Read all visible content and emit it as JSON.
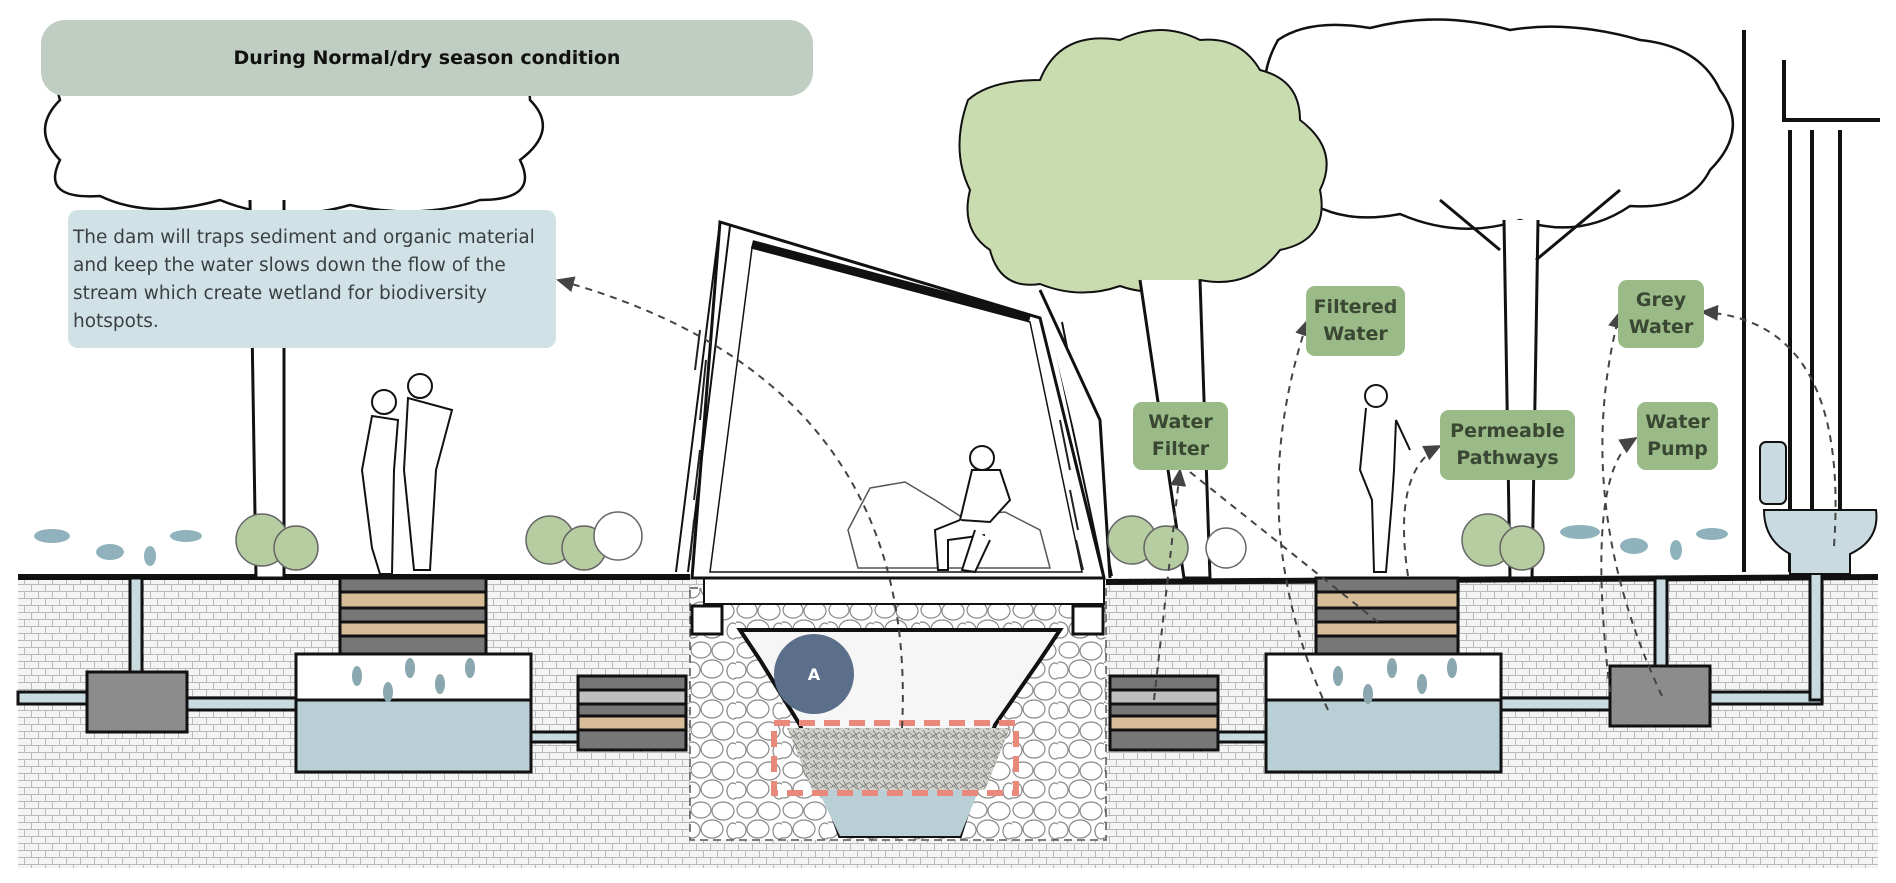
{
  "title": "During Normal/dry season condition",
  "description": "The dam will traps sediment and organic material and keep the water slows down the flow of the stream which create wetland for biodiversity hotspots.",
  "labels": {
    "water_filter": "Water\nFilter",
    "filtered_water": "Filtered\nWater",
    "permeable_pathways": "Permeable\nPathways",
    "grey_water": "Grey\nWater",
    "water_pump": "Water\nPump"
  },
  "marker": "A",
  "colors": {
    "title_bg": "#bfcdc2",
    "note_bg": "#d1e2e6",
    "label_bg": "#9aba87",
    "marker_bg": "#5b6f8a",
    "water": "#b9cfd6",
    "highlight": "#e8897c",
    "foliage": "#c9dcb0"
  }
}
